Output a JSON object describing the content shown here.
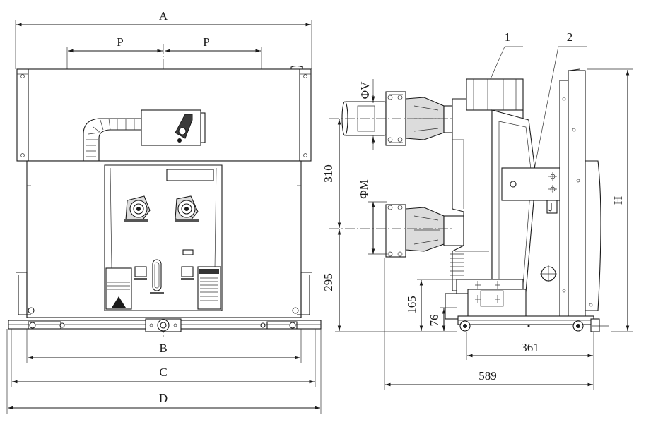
{
  "front_view": {
    "dim_a": "A",
    "dim_p_left": "P",
    "dim_p_right": "P",
    "dim_b": "B",
    "dim_c": "C",
    "dim_d": "D"
  },
  "side_view": {
    "callout_1": "1",
    "callout_2": "2",
    "dim_phi_v": "ΦV",
    "dim_phi_m": "ΦM",
    "dim_310": "310",
    "dim_295": "295",
    "dim_165": "165",
    "dim_76": "76",
    "dim_361": "361",
    "dim_589": "589",
    "dim_h": "H"
  }
}
